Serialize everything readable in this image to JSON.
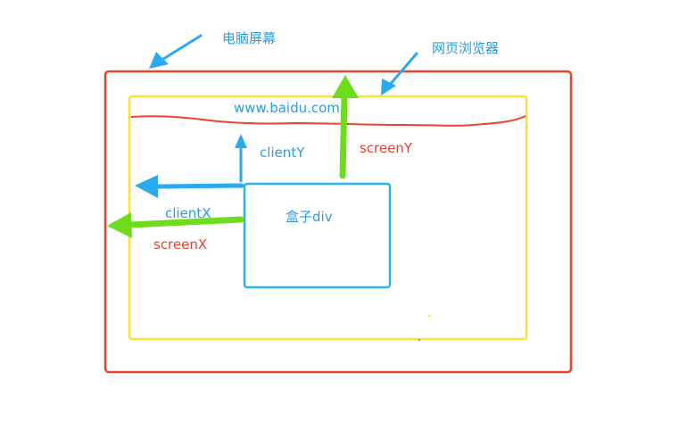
{
  "labels": {
    "screen": "电脑屏幕",
    "browser": "网页浏览器",
    "url": "www.baidu.com",
    "box": "盒子div",
    "client_y": "clientY",
    "screen_y": "screenY",
    "client_x": "clientX",
    "screen_x": "screenX"
  },
  "colors": {
    "screen_frame": "#e8432d",
    "browser_frame": "#fbe03c",
    "box_frame": "#2eb4ec",
    "blue_arrow": "#29a9ef",
    "green_arrow": "#6ddc1c",
    "blue_text": "#2c9be0",
    "red_text": "#e8432d"
  }
}
